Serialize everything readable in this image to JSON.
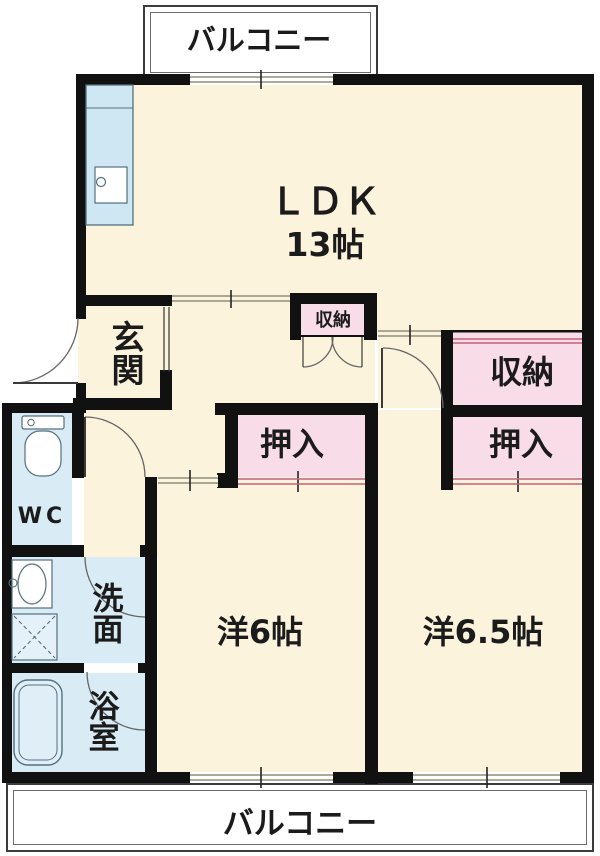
{
  "title": "2LDK apartment floor plan",
  "balconies": {
    "top": "バルコニー",
    "bottom": "バルコニー"
  },
  "rooms": {
    "ldk": {
      "name": "ＬＤＫ",
      "size": "13帖"
    },
    "genkan": {
      "name": "玄関"
    },
    "hall_closet": {
      "name": "収納"
    },
    "closet": {
      "name": "収納"
    },
    "oshiire_left": {
      "name": "押入"
    },
    "oshiire_right": {
      "name": "押入"
    },
    "wc": {
      "name": "WC"
    },
    "washroom": {
      "name": "洗面"
    },
    "bath": {
      "name": "浴室"
    },
    "bedroom_left": {
      "name": "洋6帖"
    },
    "bedroom_right": {
      "name": "洋6.5帖"
    }
  },
  "palette": {
    "floor": "#fcf3dd",
    "storage_pink": "#f8dce8",
    "wet_blue": "#d9ecf6",
    "wall": "#111111",
    "window_line": "#8f8f7a",
    "sliding_door_line": "#c2607d"
  }
}
